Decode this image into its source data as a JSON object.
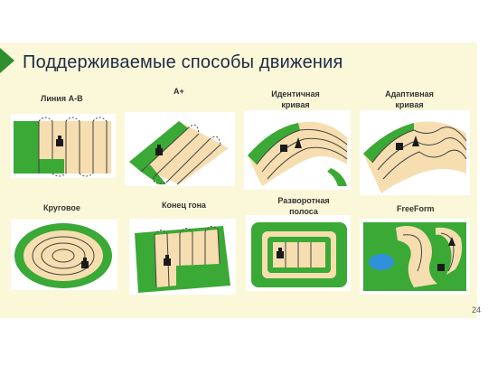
{
  "title": "Поддерживаемые способы движения",
  "page_number": "24",
  "modes": [
    {
      "label": "Линия A-B"
    },
    {
      "label": "A+"
    },
    {
      "label": "Идентичная кривая"
    },
    {
      "label": "Адаптивная кривая"
    },
    {
      "label": "Круговое"
    },
    {
      "label": "Конец гона"
    },
    {
      "label": "Разворотная полоса"
    },
    {
      "label": "FreeForm"
    }
  ],
  "colors": {
    "field_green": "#3aa935",
    "crop_beige": "#f6deb0",
    "accent_green": "#2f8f2f",
    "water_blue": "#2f8fd8"
  }
}
